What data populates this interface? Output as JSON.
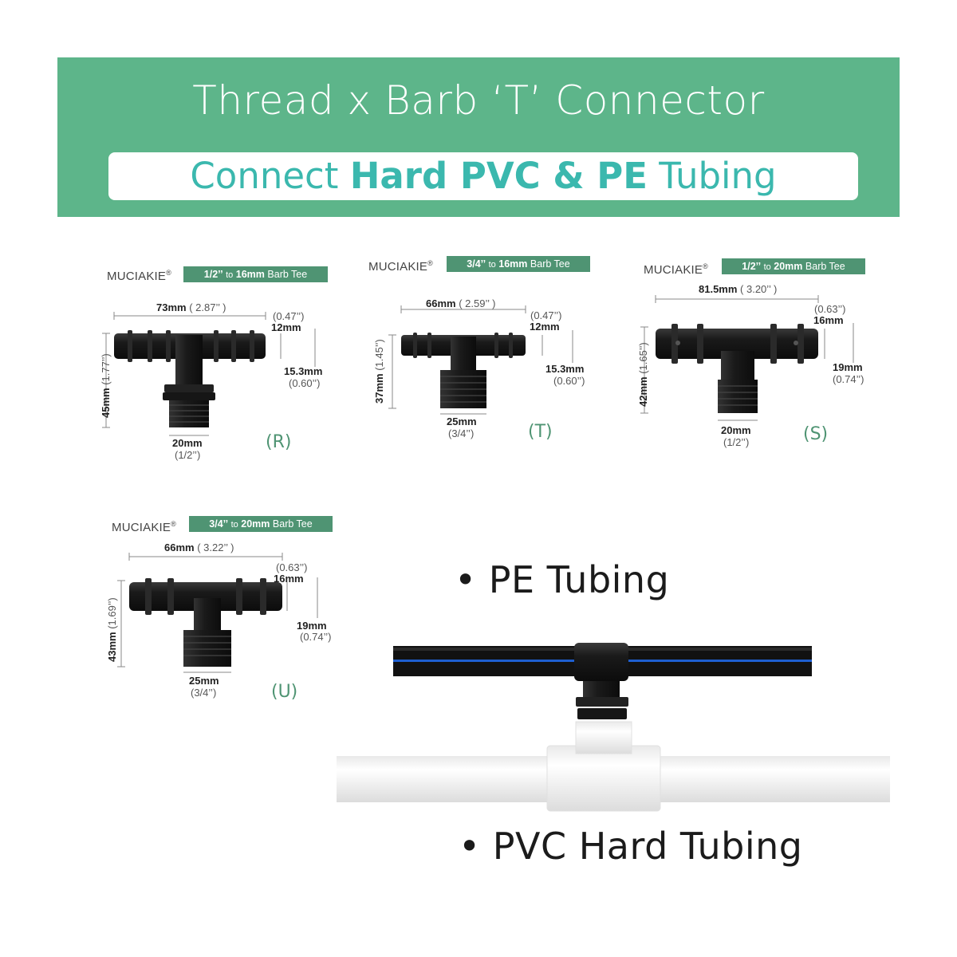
{
  "banner": {
    "title": "Thread x Barb ‘T’ Connector",
    "subtitle_pre": "Connect ",
    "subtitle_bold": "Hard PVC & PE",
    "subtitle_post": " Tubing",
    "bg_color": "#5db58a",
    "accent_color": "#3bb8ae"
  },
  "products": [
    {
      "brand": "MUCIAKIE",
      "tag_a": "1/2’’",
      "tag_to": "to",
      "tag_b": "16mm",
      "tag_c": "Barb Tee",
      "width_mm": "73mm",
      "width_in": "( 2.87’’ )",
      "barb_in": "(0.47’’)",
      "barb_mm": "12mm",
      "side_mm": "15.3mm",
      "side_in": "(0.60’’)",
      "height_mm": "45mm",
      "height_in": "(1.77’’)",
      "thread_mm": "20mm",
      "thread_in": "(1/2’’)",
      "letter": "(R)"
    },
    {
      "brand": "MUCIAKIE",
      "tag_a": "3/4’’",
      "tag_to": "to",
      "tag_b": "16mm",
      "tag_c": "Barb Tee",
      "width_mm": "66mm",
      "width_in": "( 2.59’’ )",
      "barb_in": "(0.47’’)",
      "barb_mm": "12mm",
      "side_mm": "15.3mm",
      "side_in": "(0.60’’)",
      "height_mm": "37mm",
      "height_in": "(1.45’’)",
      "thread_mm": "25mm",
      "thread_in": "(3/4’’)",
      "letter": "(T)"
    },
    {
      "brand": "MUCIAKIE",
      "tag_a": "1/2’’",
      "tag_to": "to",
      "tag_b": "20mm",
      "tag_c": "Barb Tee",
      "width_mm": "81.5mm",
      "width_in": "( 3.20’’ )",
      "barb_in": "(0.63’’)",
      "barb_mm": "16mm",
      "side_mm": "19mm",
      "side_in": "(0.74’’)",
      "height_mm": "42mm",
      "height_in": "(1.65’’)",
      "thread_mm": "20mm",
      "thread_in": "(1/2’’)",
      "letter": "(S)"
    },
    {
      "brand": "MUCIAKIE",
      "tag_a": "3/4’’",
      "tag_to": "to",
      "tag_b": "20mm",
      "tag_c": "Barb Tee",
      "width_mm": "66mm",
      "width_in": "( 3.22’’ )",
      "barb_in": "(0.63’’)",
      "barb_mm": "16mm",
      "side_mm": "19mm",
      "side_in": "(0.74’’)",
      "height_mm": "43mm",
      "height_in": "(1.69’’)",
      "thread_mm": "25mm",
      "thread_in": "(3/4’’)",
      "letter": "(U)"
    }
  ],
  "diagram": {
    "pe_label": "• PE Tubing",
    "pvc_label": "• PVC Hard Tubing"
  },
  "colors": {
    "tag_bg": "#4f9473",
    "letter": "#4f9473"
  }
}
